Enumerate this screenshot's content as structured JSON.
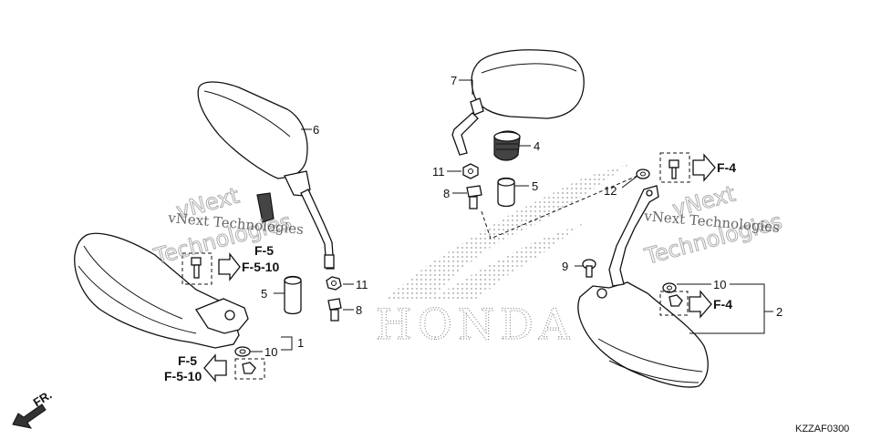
{
  "callouts": {
    "c1": "1",
    "c2": "2",
    "c4": "4",
    "c5a": "5",
    "c5b": "5",
    "c6": "6",
    "c7": "7",
    "c8a": "8",
    "c8b": "8",
    "c9": "9",
    "c10a": "10",
    "c10b": "10",
    "c11a": "11",
    "c11b": "11",
    "c12": "12"
  },
  "refs": {
    "f4_top": "F-4",
    "f4_right": "F-4",
    "f5_upper": "F-5",
    "f510_upper": "F-5-10",
    "f5_lower": "F-5",
    "f510_lower": "F-5-10"
  },
  "watermarks": {
    "left_small": "vNext Technologies",
    "left_big_1": "vNext",
    "left_big_2": "Technologies",
    "right_small": "vNext Technologies",
    "right_big_1": "vNext",
    "right_big_2": "Technologies"
  },
  "logo_text": "HONDA",
  "front_marker": "FR.",
  "diagram_code": "KZZAF0300"
}
